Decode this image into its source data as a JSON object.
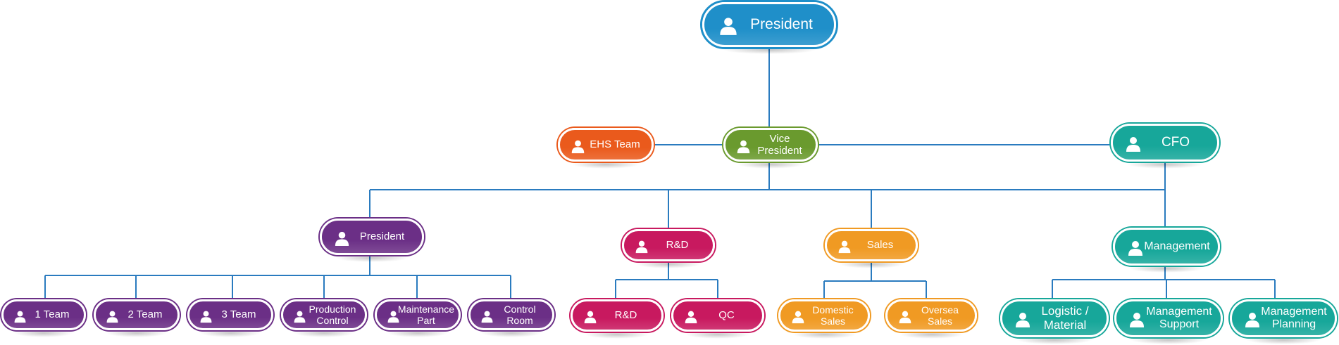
{
  "colors": {
    "connector": "#2a7bbf",
    "president_blue": "#1f8fc9",
    "vp_green": "#6a9a2e",
    "ehs_orange": "#ea5a1c",
    "teal": "#17a79a",
    "purple": "#6b2f86",
    "magenta": "#c8195f",
    "amber": "#f09a23"
  },
  "nodes": {
    "top_president": {
      "label": "President",
      "icon": "person-icon"
    },
    "vice_president": {
      "label": "Vice\nPresident",
      "icon": "person-icon"
    },
    "ehs_team": {
      "label": "EHS Team",
      "icon": "person-icon"
    },
    "cfo": {
      "label": "CFO",
      "icon": "person-icon"
    },
    "president_2": {
      "label": "President",
      "icon": "person-icon"
    },
    "rnd_group": {
      "label": "R&D",
      "icon": "person-icon"
    },
    "sales": {
      "label": "Sales",
      "icon": "person-icon"
    },
    "management": {
      "label": "Management",
      "icon": "person-icon"
    },
    "team_1": {
      "label": "1 Team",
      "icon": "person-icon"
    },
    "team_2": {
      "label": "2 Team",
      "icon": "person-icon"
    },
    "team_3": {
      "label": "3 Team",
      "icon": "person-icon"
    },
    "production_control": {
      "label": "Production\nControl",
      "icon": "person-icon"
    },
    "maintenance_part": {
      "label": "Maintenance\nPart",
      "icon": "person-icon"
    },
    "control_room": {
      "label": "Control\nRoom",
      "icon": "person-icon"
    },
    "rnd": {
      "label": "R&D",
      "icon": "person-icon"
    },
    "qc": {
      "label": "QC",
      "icon": "person-icon"
    },
    "domestic_sales": {
      "label": "Domestic\nSales",
      "icon": "person-icon"
    },
    "oversea_sales": {
      "label": "Oversea\nSales",
      "icon": "person-icon"
    },
    "logistic_material": {
      "label": "Logistic /\nMaterial",
      "icon": "person-icon"
    },
    "management_support": {
      "label": "Management\nSupport",
      "icon": "person-icon"
    },
    "management_planning": {
      "label": "Management\nPlanning",
      "icon": "person-icon"
    }
  }
}
